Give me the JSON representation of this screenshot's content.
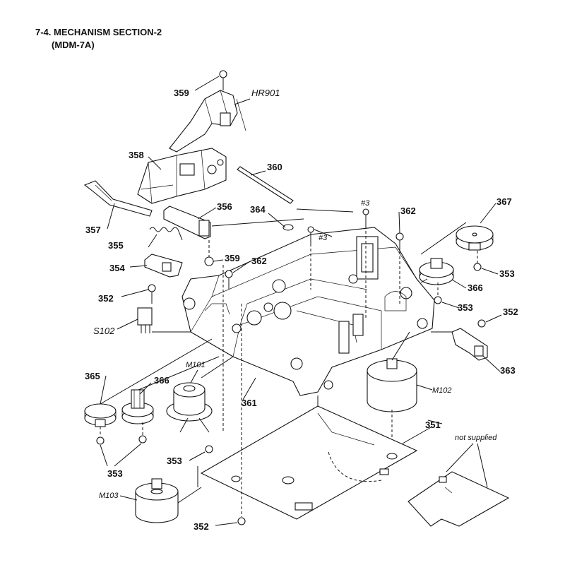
{
  "header": {
    "title": "7-4. MECHANISM SECTION-2",
    "subtitle": "(MDM-7A)"
  },
  "labels": {
    "p359a": "359",
    "hr901": "HR901",
    "p358": "358",
    "p360": "360",
    "p357": "357",
    "p356": "356",
    "p364": "364",
    "h3a": "#3",
    "h3b": "#3",
    "p362a": "362",
    "p367": "367",
    "p355": "355",
    "p359b": "359",
    "p362b": "362",
    "p354": "354",
    "p353a": "353",
    "p366a": "366",
    "p352a": "352",
    "p353b": "353",
    "p352b": "352",
    "s102": "S102",
    "p363": "363",
    "p365": "365",
    "m101": "M101",
    "p366b": "366",
    "p361": "361",
    "m102": "M102",
    "p351": "351",
    "not_supplied": "not supplied",
    "p353c": "353",
    "p353d": "353",
    "m103": "M103",
    "p352c": "352"
  }
}
